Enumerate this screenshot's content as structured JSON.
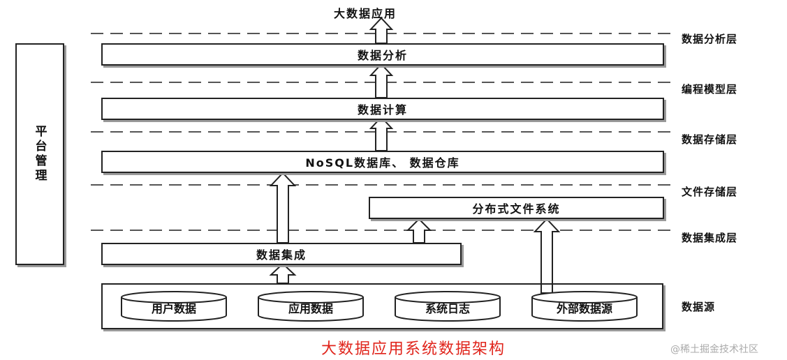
{
  "top_output": "大数据应用",
  "platform_label": "平台管理",
  "boxes": {
    "analysis": "数据分析",
    "compute": "数据计算",
    "storage": "NoSQL数据库、 数据仓库",
    "dfs": "分布式文件系统",
    "integration": "数据集成"
  },
  "sources": [
    "用户数据",
    "应用数据",
    "系统日志",
    "外部数据源"
  ],
  "layers": [
    "数据分析层",
    "编程模型层",
    "数据存储层",
    "文件存储层",
    "数据集成层",
    "数据源"
  ],
  "caption": "大数据应用系统数据架构",
  "watermark": "@稀土掘金技术社区"
}
